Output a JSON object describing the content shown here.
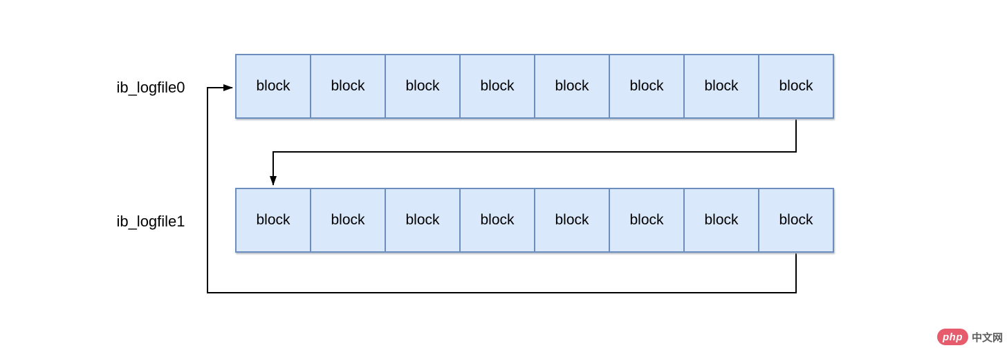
{
  "diagram": {
    "rows": [
      {
        "label": "ib_logfile0",
        "blocks": [
          "block",
          "block",
          "block",
          "block",
          "block",
          "block",
          "block",
          "block"
        ]
      },
      {
        "label": "ib_logfile1",
        "blocks": [
          "block",
          "block",
          "block",
          "block",
          "block",
          "block",
          "block",
          "block"
        ]
      }
    ],
    "colors": {
      "block_fill": "#dae8fc",
      "block_border": "#6c8ebf",
      "connector": "#000000",
      "label_text": "#000000"
    }
  },
  "watermark": {
    "badge": "php",
    "text": "中文网",
    "badge_color": "#e75c6c",
    "text_color": "#5c5c5c"
  }
}
